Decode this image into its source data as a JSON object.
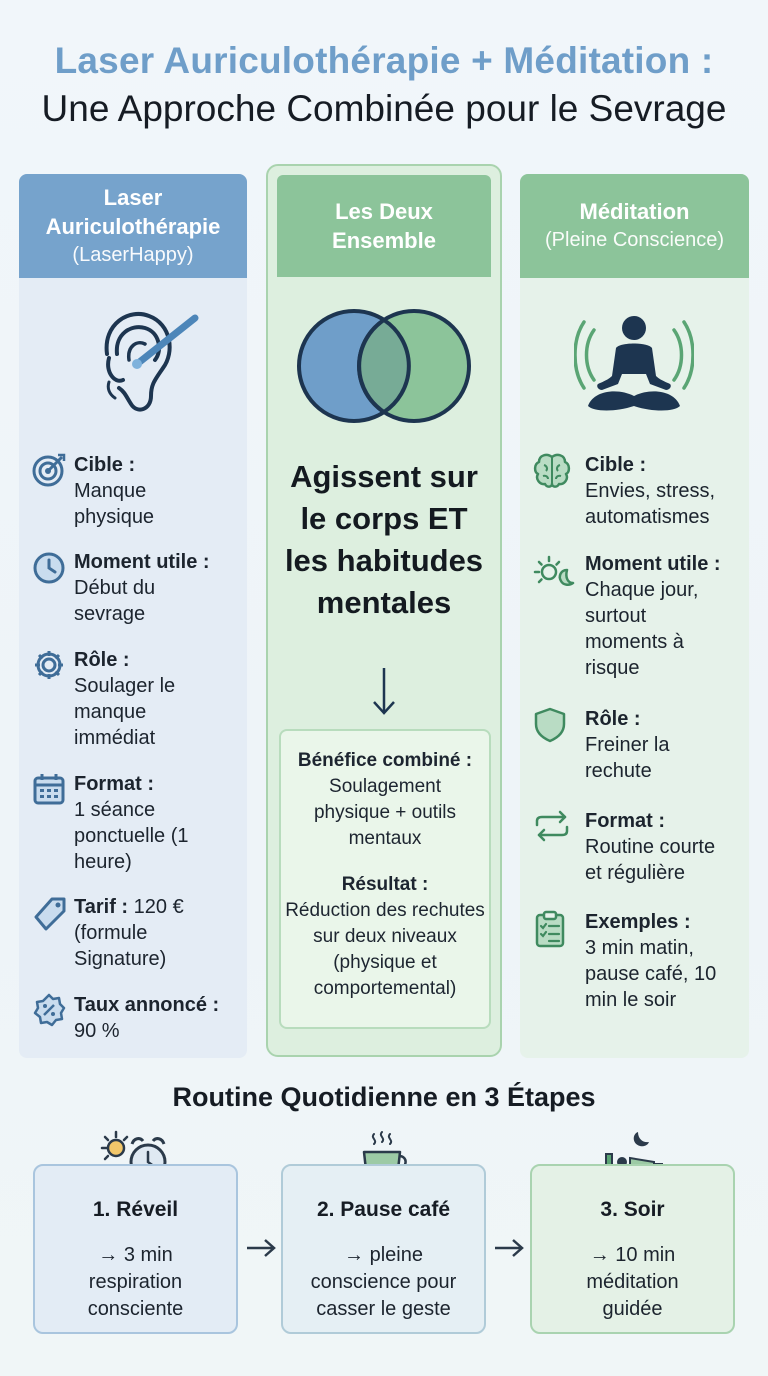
{
  "header": {
    "title_line1": "Laser Auriculothérapie + Méditation :",
    "title_line2": "Une Approche Combinée pour le Sevrage"
  },
  "laser": {
    "title": "Laser Auriculothérapie",
    "subtitle": "(LaserHappy)",
    "items": [
      {
        "label": "Cible :",
        "value": "Manque physique",
        "icon": "target-icon"
      },
      {
        "label": "Moment utile :",
        "value": "Début du sevrage",
        "icon": "clock-icon"
      },
      {
        "label": "Rôle :",
        "value": "Soulager le manque immédiat",
        "icon": "gear-icon"
      },
      {
        "label": "Format :",
        "value": "1 séance ponctuelle (1 heure)",
        "icon": "calendar-icon"
      },
      {
        "label": "Tarif :",
        "value": "120 € (formule Signature)",
        "icon": "price-tag-icon"
      },
      {
        "label": "Taux annoncé :",
        "value": "90 %",
        "icon": "percent-badge-icon"
      }
    ]
  },
  "together": {
    "title": "Les Deux Ensemble",
    "main_text": "Agissent sur le corps ET les habitudes mentales",
    "benefit_label": "Bénéfice combiné :",
    "benefit_value": "Soulagement physique + outils mentaux",
    "result_label": "Résultat :",
    "result_value": "Réduction des rechutes sur deux niveaux (physique et comportemental)"
  },
  "meditation": {
    "title": "Méditation",
    "subtitle": "(Pleine Conscience)",
    "items": [
      {
        "label": "Cible :",
        "value": "Envies, stress, automatismes",
        "icon": "brain-icon"
      },
      {
        "label": "Moment utile :",
        "value": "Chaque jour, surtout moments à risque",
        "icon": "sun-moon-icon"
      },
      {
        "label": "Rôle :",
        "value": "Freiner la rechute",
        "icon": "shield-icon"
      },
      {
        "label": "Format :",
        "value": "Routine courte et régulière",
        "icon": "repeat-icon"
      },
      {
        "label": "Exemples :",
        "value": "3 min matin, pause café, 10 min le soir",
        "icon": "clipboard-icon"
      }
    ]
  },
  "routine": {
    "title": "Routine Quotidienne en 3 Étapes",
    "steps": [
      {
        "title": "1. Réveil",
        "body": "→ 3 min respiration consciente",
        "icon": "alarm-clock-icon"
      },
      {
        "title": "2. Pause café",
        "body": "→ pleine conscience pour casser le geste",
        "icon": "coffee-cup-icon"
      },
      {
        "title": "3. Soir",
        "body": "→ 10 min méditation guidée",
        "icon": "bed-moon-icon"
      }
    ]
  },
  "colors": {
    "blue_accent": "#76a3cc",
    "green_accent": "#8cc49a",
    "icon_blue": "#3f6d98",
    "icon_green": "#3f8a5f",
    "dark_navy": "#1d3550"
  }
}
